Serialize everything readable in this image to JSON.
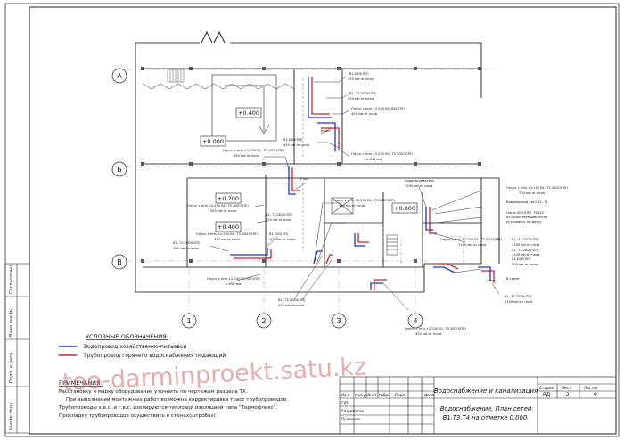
{
  "axes": {
    "rows": [
      "А",
      "Б",
      "В"
    ],
    "cols": [
      "1",
      "2",
      "3",
      "4"
    ]
  },
  "levels": [
    "+0.400",
    "+0.000",
    "+0.200",
    "+0.400",
    "+0.000"
  ],
  "callouts": {
    "c1": "В1 Ø20(ПП)",
    "c1b": "450 мм от пола",
    "c2": "В1, Т3 2Ø20(ПП)",
    "c2b": "450 мм от пола",
    "c3": "Опуск с отм.+2.000 В1 Ø25(ПП)",
    "c3b": "450 мм от пола",
    "c4": "В пол",
    "c5": "В1 Ø20(ПП)",
    "c5b": "450 мм от пола",
    "c6": "Опуск с отм.+2.200 В1, Т3 2Ø20(ПП)",
    "c6b": "450 мм от пола",
    "c7": "Опуск с отм.+2.000 В1, Т3 2Ø20(ПП)",
    "c7b": "-0.050 мм",
    "c8": "В пол",
    "c9": "Опуск с отм.+2.200 В1, Т3 2Ø20(ПП)",
    "c9b": "450 мм от пола",
    "c10": "В1, Т3 2Ø20(ПП)",
    "c10b": "450 мм от пола",
    "c11": "Опуск с отм.+2.200 В1, Т3 2Ø20(ПП)",
    "c11b": "450 мм от пола",
    "c12": "В1, Т3 2Ø20(ПП)",
    "c12b": "450 мм от пола",
    "c13": "В1 Ø20(ПП)",
    "c13b": "100 мм от пола",
    "c14": "Опуск с отм.+2.000 В1 Ø20(ПП)",
    "c14b": "-0.050 мм",
    "c15": "Опуск с отм.+2.200 В1, Т3 2Ø20(ПП)",
    "c15b": "450 мм от пола",
    "c16": "Водонагреватель",
    "c16b": "1500 мм от пола",
    "c17": "Опуск с отм.+2.200 В1, Т3 2Ø20(ПП)",
    "c17b": "700 мм от пола",
    "c18": "Водомерный узел В1, Т3",
    "c19": "Насос Ø20(ПП), Т3Ø20",
    "c19b": "от существующей сетей",
    "c19c": "установить по месту",
    "c20": "Опуск с отм.+2.200 В1, Т3 2Ø20(ПП)",
    "c20b": "1100 мм от пола",
    "c21": "В1, Т3 2Ø20(ПП)",
    "c21b": "1100 мм от пола",
    "c22": "В1 Ø20(ПП)",
    "c22b": "300 мм от пола",
    "c23": "В стене",
    "c24": "В1, Т3 2Ø20(ПП)",
    "c24b": "1100 мм от пола",
    "c25": "В1, Т3 2Ø20(ПП)",
    "c25b": "1100 мм от пола",
    "c26": "Опуск с отм.+2.200 В1, Т3 2Ø20(ПП)",
    "c26b": "450 мм от пола",
    "c27": "В1, Т3 2Ø20(ПП)",
    "c27b": "450 мм от пола"
  },
  "legend": {
    "title": "УСЛОВНЫЕ ОБОЗНАЧЕНИЯ:",
    "items": [
      {
        "label": "Водопровод хозяйственно-питьевой",
        "color": "#2233cc"
      },
      {
        "label": "Трубопровод горячего водоснабжения подающий",
        "color": "#cc2233"
      }
    ]
  },
  "notes": {
    "title": "ПРИМЕЧАНИЯ:",
    "lines": [
      "Расстановку и марку оборудования уточнить по чертежам раздела ТХ.",
      "При выполнении монтажных работ возможна корректировка трасс трубопроводов.",
      "Трубопроводы х.в.с. и г.в.с. изолируются тепловой изоляцией типа \"Термофлекс\".",
      "Прокладку трубопроводов осуществить в стенах(штробах)."
    ]
  },
  "side_labels": [
    "Согласовано",
    "Взам.инв.№",
    "Подп. и дата",
    "Инв.№ подл."
  ],
  "title_block": {
    "head": [
      "Изм.",
      "Кол.уч.",
      "Лист",
      "№Док.",
      "Подп.",
      "Дата"
    ],
    "roles": [
      "ГИП",
      "Разработал",
      "Проверил"
    ],
    "section": "Водоснабжение и канализация",
    "drawing_title": "Водоснабжение. План сетей",
    "drawing_title2": "В1,Т3,Т4 на отметке 0.000.",
    "stage_label": "Стадия",
    "sheet_label": "Лист",
    "sheets_label": "Листов",
    "stage": "РД",
    "sheet": "2",
    "sheets": "9"
  },
  "watermark": "too-darminproekt.satu.kz",
  "colors": {
    "cold": "#2233cc",
    "hot": "#cc2233",
    "grey": "#8c8c8c",
    "ink": "#1a1a1a"
  }
}
